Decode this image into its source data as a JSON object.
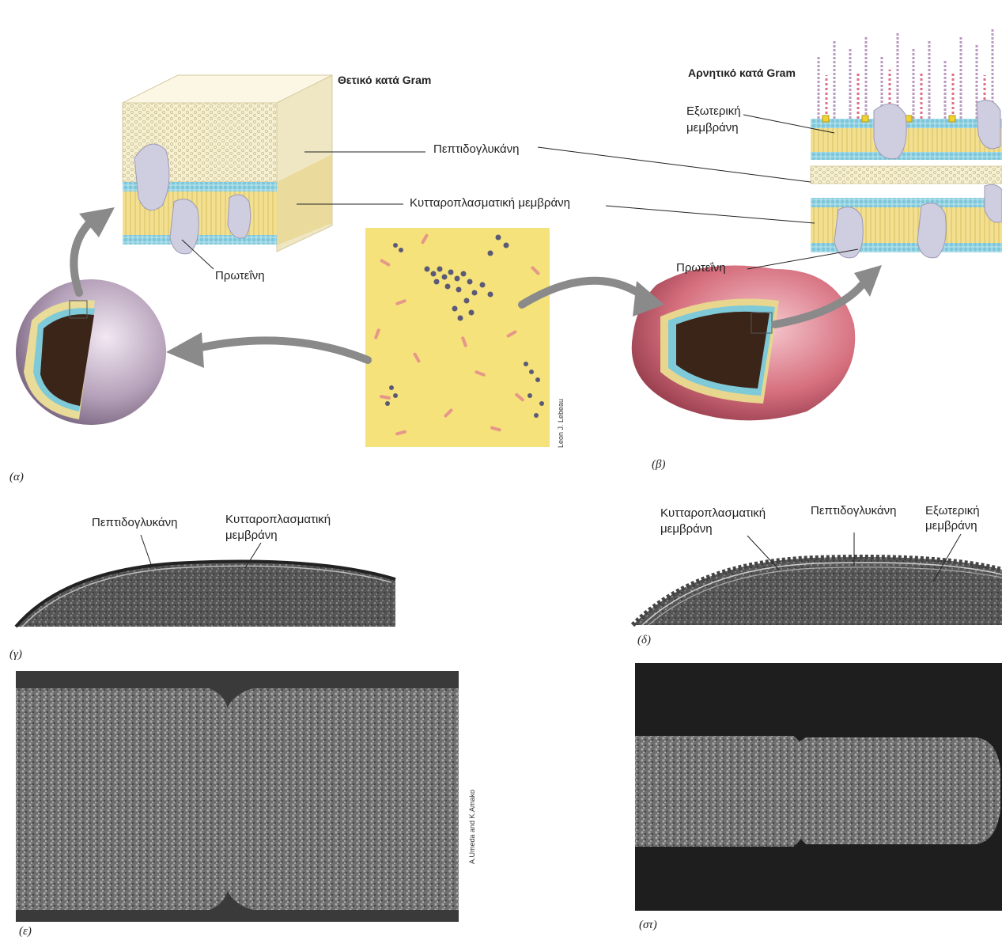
{
  "panel_a": {
    "title": "Θετικό κατά Gram",
    "labels": {
      "peptidoglycan": "Πεπτιδογλυκάνη",
      "cytoplasmic_membrane": "Κυτταροπλασματική μεμβράνη",
      "protein": "Πρωτεΐνη"
    },
    "letter": "(α)"
  },
  "micrograph": {
    "credit": "Leon J. Lebeau"
  },
  "panel_b": {
    "title": "Αρνητικό κατά Gram",
    "labels": {
      "outer_membrane_l1": "Εξωτερική",
      "outer_membrane_l2": "μεμβράνη",
      "protein": "Πρωτεΐνη"
    },
    "letter": "(β)"
  },
  "panel_g": {
    "labels": {
      "peptidoglycan": "Πεπτιδογλυκάνη",
      "cytoplasmic_l1": "Κυτταροπλασματική",
      "cytoplasmic_l2": "μεμβράνη"
    },
    "letter": "(γ)"
  },
  "panel_d": {
    "labels": {
      "cytoplasmic_l1": "Κυτταροπλασματική",
      "cytoplasmic_l2": "μεμβράνη",
      "peptidoglycan": "Πεπτιδογλυκάνη",
      "outer_l1": "Εξωτερική",
      "outer_l2": "μεμβράνη"
    },
    "letter": "(δ)"
  },
  "panel_e": {
    "letter": "(ε)",
    "credit": "A.Umeda and K.Amako"
  },
  "panel_st": {
    "letter": "(στ)"
  },
  "colors": {
    "peptidoglycan": "#f3ecc8",
    "membrane_blue": "#8fd3e0",
    "membrane_yellow": "#f0dc8a",
    "protein": "#c8c6d6",
    "gram_positive_cell": "#a08aa8",
    "gram_negative_cell": "#d86a78",
    "arrow": "#8a8a8a",
    "micrograph_bg": "#f6e27a"
  }
}
